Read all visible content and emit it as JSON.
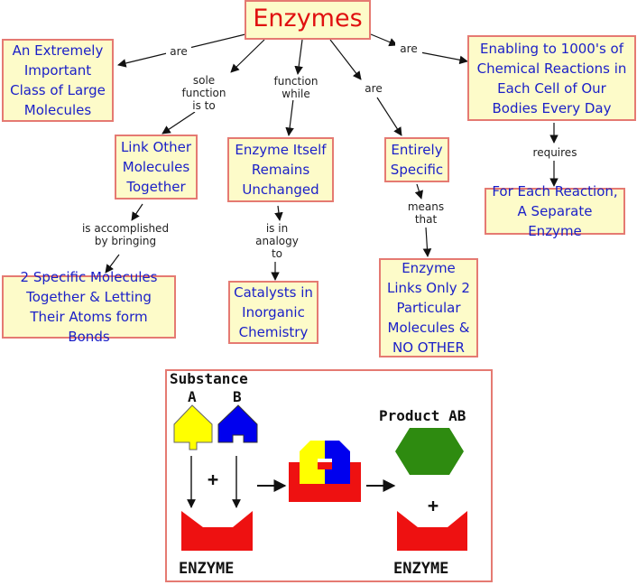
{
  "title": "Enzymes",
  "nodes": {
    "important_class": "An Extremely Important Class of Large Molecules",
    "link_molecules": "Link Other Molecules Together",
    "unchanged": "Enzyme Itself Remains Unchanged",
    "specific": "Entirely Specific",
    "enabling": "Enabling to 1000's of Chemical Reactions in Each Cell of Our Bodies Every Day",
    "separate_enzyme": "For Each Reaction, A Separate Enzyme",
    "bringing": "2 Specific Molecules Together & Letting Their Atoms form Bonds",
    "catalysts": "Catalysts in Inorganic Chemistry",
    "links_only": "Enzyme Links Only 2 Particular Molecules & NO OTHER"
  },
  "links": {
    "are_left": "are",
    "sole_function": "sole function is to",
    "function_while": "function while",
    "are_mid": "are",
    "are_right": "are",
    "requires": "requires",
    "accomplished": "is accomplished by bringing",
    "analogy": "is in analogy to",
    "means": "means that"
  },
  "panel": {
    "substance": "Substance",
    "a": "A",
    "b": "B",
    "plus1": "+",
    "plus2": "+",
    "product": "Product AB",
    "enzyme1": "ENZYME",
    "enzyme2": "ENZYME"
  },
  "colors": {
    "node_fill": "#fdfbc9",
    "node_border": "#e57a72",
    "node_text": "#1a1fc8",
    "title_text": "#e01010",
    "yellow": "#ffff00",
    "blue": "#0000ee",
    "green": "#2e8b10",
    "red": "#ee1111"
  }
}
